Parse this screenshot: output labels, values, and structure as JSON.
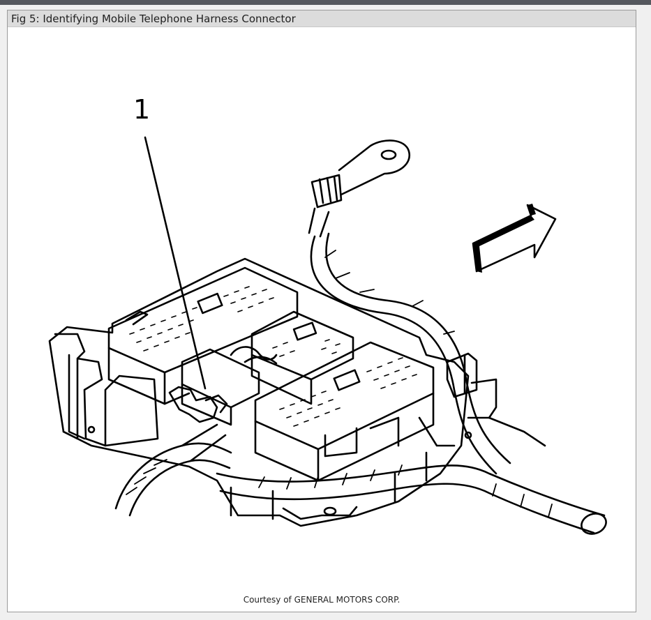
{
  "header": {
    "title": "Fig 5: Identifying Mobile Telephone Harness Connector"
  },
  "figure": {
    "callout_label": "1",
    "credit": "Courtesy of GENERAL MOTORS CORP."
  },
  "icons": [
    "direction-arrow-icon"
  ]
}
